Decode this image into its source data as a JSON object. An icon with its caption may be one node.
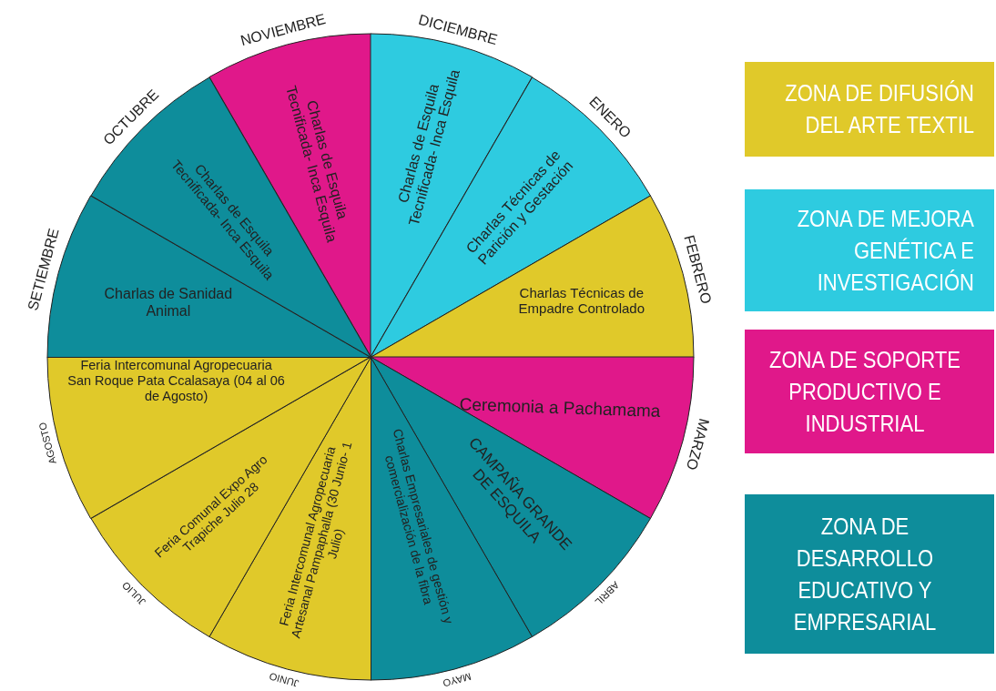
{
  "diagram": {
    "nodes": [
      {
        "text": [
          "Charlas de Esquila Tecnificada- Inca Esquila"
        ],
        "beside": [
          "NOVIEMBRE"
        ]
      },
      {
        "text": [
          "Charlas de Esquila Tecnificada- Inca Esquila"
        ],
        "beside": [
          "DICIEMBRE"
        ]
      },
      {
        "text": [
          "Charlas Técnicas de Parición y Gestación"
        ],
        "beside": [
          "ENERO"
        ]
      },
      {
        "text": [
          "Charlas Técnicas de Empadre Controlado"
        ],
        "beside": [
          "FEBRERO"
        ]
      },
      {
        "text": [
          "Ceremonia a Pachamama"
        ],
        "beside": [
          "MARZO"
        ]
      },
      {
        "text": [
          "CAMPAÑA GRANDE DE ESQUILA"
        ],
        "beside": [
          "ABRIL"
        ]
      },
      {
        "text": [
          "Charlas Empresariales de gestión y comercialización de la fibra"
        ],
        "beside": [
          "MAYO"
        ]
      },
      {
        "text": [
          "Feria Intercomunal Agropecuaria Artesanal Pampaphalla (30 Junio- 1 Julio)"
        ],
        "beside": [
          "JUNIO"
        ]
      },
      {
        "text": [
          "Feria Comunal Expo Agro Trapiche Julio 28"
        ],
        "beside": [
          "JULIO"
        ]
      },
      {
        "text": [
          "Feria Intercomunal Agropecuaria San Roque Pata Ccalasaya (04 al 06 de Agosto)"
        ],
        "beside": [
          "AGOSTO"
        ]
      },
      {
        "text": [
          "Charlas de Sanidad Animal"
        ],
        "beside": [
          "SETIEMBRE"
        ]
      },
      {
        "text": [
          "Charlas de Esquila Tecnificada- Inca Esquila"
        ],
        "beside": [
          "OCTUBRE"
        ]
      }
    ],
    "edges": [],
    "legend": [
      {
        "text": "ZONA DE DIFUSIÓN DEL ARTE TEXTIL",
        "color": "#e0c92a"
      },
      {
        "text": "ZONA DE MEJORA GENÉTICA E INVESTIGACIÓN",
        "color": "#2ecbe0"
      },
      {
        "text": "ZONA DE SOPORTE PRODUCTIVO E INDUSTRIAL",
        "color": "#e0188a"
      },
      {
        "text": "ZONA DE DESARROLLO EDUCATIVO Y EMPRESARIAL",
        "color": "#0e8d9b"
      }
    ]
  }
}
